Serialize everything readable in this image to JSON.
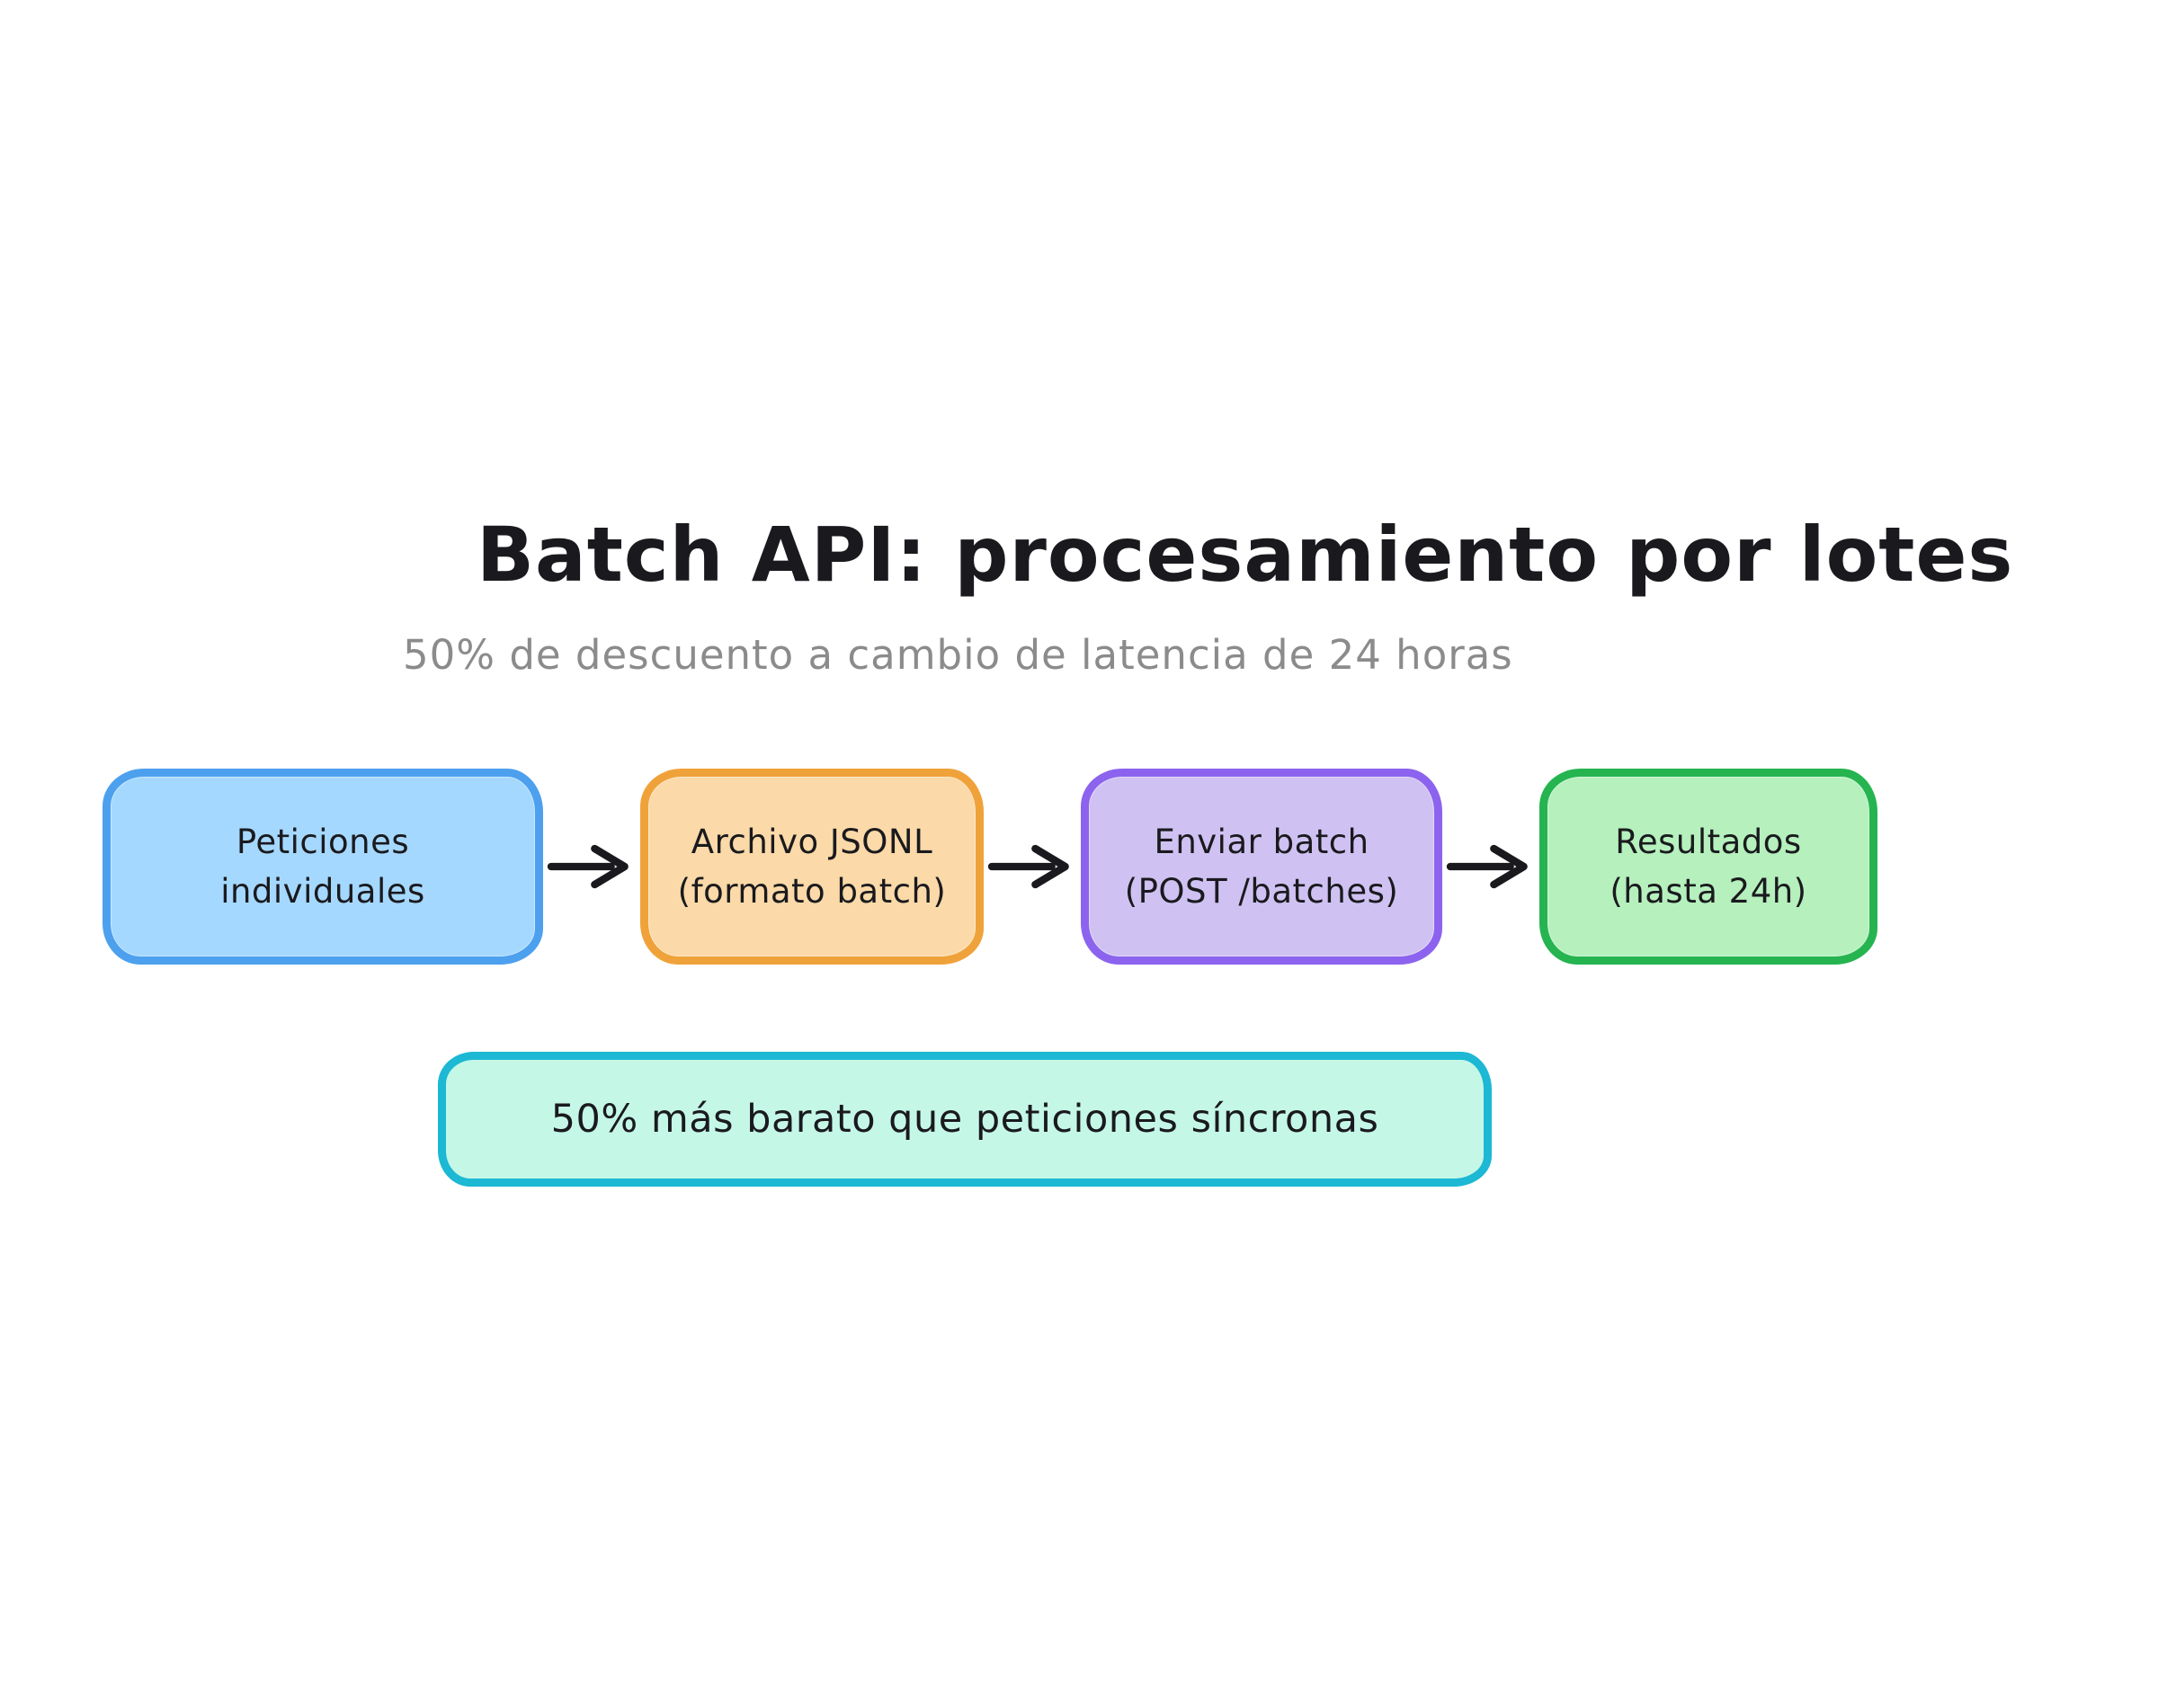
{
  "header": {
    "title": "Batch API: procesamiento por lotes",
    "subtitle": "50% de descuento a cambio de latencia de 24 horas",
    "title_style": {
      "color": "#1a1a1e"
    },
    "subtitle_style": {
      "color": "#8b8b8b"
    }
  },
  "flow": {
    "nodes": [
      {
        "id": "peticiones-individuales",
        "label": "Peticiones\nindividuales",
        "fill": "#a5d8ff",
        "border": "#4da0ee"
      },
      {
        "id": "archivo-jsonl",
        "label": "Archivo JSONL\n(formato batch)",
        "fill": "#fbd9a8",
        "border": "#f0a23a"
      },
      {
        "id": "enviar-batch",
        "label": "Enviar batch\n(POST /batches)",
        "fill": "#cfc2f2",
        "border": "#8c63ee"
      },
      {
        "id": "resultados",
        "label": "Resultados\n(hasta 24h)",
        "fill": "#b5f0bd",
        "border": "#25b450"
      }
    ],
    "label_style": {
      "color": "#1a1a1e"
    },
    "arrow": {
      "stroke": "#1a1a1e"
    }
  },
  "note": {
    "label": "50% más barato que peticiones síncronas",
    "fill": "#c5f7e7",
    "border": "#1cb8d4",
    "label_style": {
      "color": "#1a1a1e"
    }
  }
}
